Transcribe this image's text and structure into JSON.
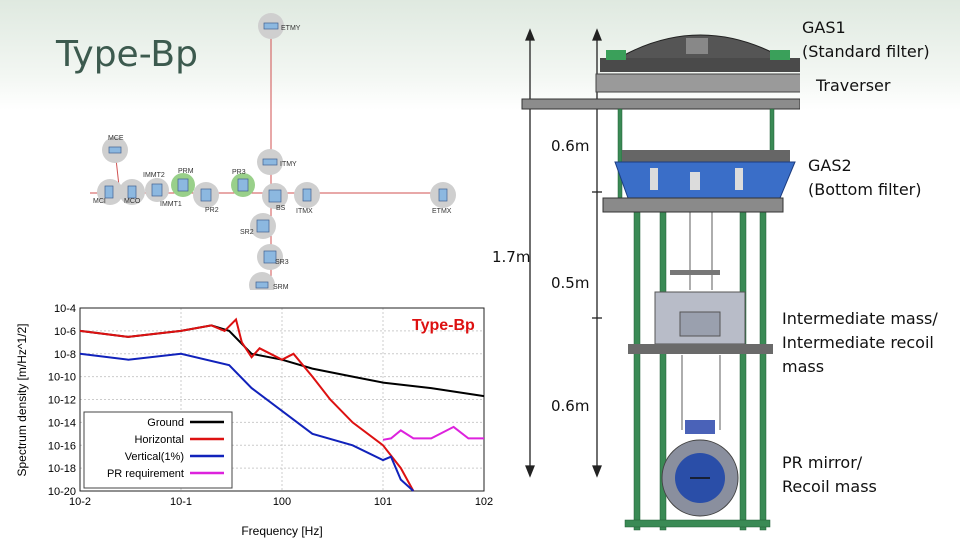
{
  "slide_title": "Type-Bp",
  "labels": {
    "gas1": [
      "GAS1",
      "(Standard filter)"
    ],
    "traverser": "Traverser",
    "gas2": [
      "GAS2",
      "(Bottom filter)"
    ],
    "im": [
      "Intermediate mass/",
      "Intermediate recoil",
      "mass"
    ],
    "pr": [
      "PR mirror/",
      "Recoil mass"
    ]
  },
  "dimensions": {
    "d1": "0.6m",
    "d2": "0.5m",
    "d3": "0.6m",
    "total": "1.7m"
  },
  "layout_labels": {
    "etmy": "ETMY",
    "itmy": "ITMY",
    "mce": "MCE",
    "mci": "MCI",
    "mco": "MCO",
    "immt2": "IMMT2",
    "immt1": "IMMT1",
    "prm": "PRM",
    "pr2": "PR2",
    "pr3": "PR3",
    "bs": "BS",
    "itmx": "ITMX",
    "etmx": "ETMX",
    "sr2": "SR2",
    "sr3": "SR3",
    "srm": "SRM"
  },
  "chart_data": {
    "type": "line",
    "title": "Type-Bp",
    "xlabel": "Frequency [Hz]",
    "ylabel": "Spectrum density [m/Hz^1/2]",
    "x_scale": "log",
    "y_scale": "log",
    "xlim": [
      0.01,
      100
    ],
    "ylim": [
      1e-20,
      0.0001
    ],
    "x_ticks": [
      "10-2",
      "10-1",
      "100",
      "101",
      "102"
    ],
    "y_ticks": [
      "10-4",
      "10-6",
      "10-8",
      "10-10",
      "10-12",
      "10-14",
      "10-16",
      "10-18",
      "10-20"
    ],
    "grid": true,
    "legend_position": "bottom-left",
    "series": [
      {
        "name": "Ground",
        "color": "#000000",
        "x": [
          0.01,
          0.03,
          0.1,
          0.2,
          0.3,
          0.5,
          1,
          2,
          5,
          10,
          30,
          100
        ],
        "y": [
          1e-06,
          3e-07,
          1e-06,
          3e-06,
          1e-06,
          1e-08,
          3e-09,
          5e-10,
          1e-10,
          3e-11,
          1e-11,
          2e-12
        ]
      },
      {
        "name": "Horizontal",
        "color": "#dd1111",
        "x": [
          0.01,
          0.03,
          0.1,
          0.2,
          0.27,
          0.35,
          0.4,
          0.5,
          0.6,
          1,
          1.3,
          2,
          3,
          5,
          10,
          15,
          20
        ],
        "y": [
          1e-06,
          3e-07,
          1e-06,
          3e-06,
          1e-06,
          1e-05,
          1e-07,
          5e-09,
          3e-08,
          3e-09,
          1e-08,
          1e-10,
          1e-12,
          1e-14,
          1e-16,
          1e-18,
          1e-20
        ]
      },
      {
        "name": "Vertical(1%)",
        "color": "#1122bb",
        "x": [
          0.01,
          0.03,
          0.1,
          0.3,
          0.5,
          1,
          2,
          5,
          10,
          12,
          15,
          20
        ],
        "y": [
          1e-08,
          3e-09,
          1e-08,
          1e-09,
          1e-11,
          1e-13,
          1e-15,
          1e-16,
          5e-18,
          1e-17,
          1e-19,
          1e-20
        ]
      },
      {
        "name": "PR requirement",
        "color": "#dd22dd",
        "x": [
          10,
          12,
          15,
          20,
          30,
          50,
          70,
          100
        ],
        "y": [
          3e-16,
          4e-16,
          2e-15,
          4e-16,
          4e-16,
          4e-15,
          4e-16,
          4e-16
        ]
      }
    ]
  }
}
